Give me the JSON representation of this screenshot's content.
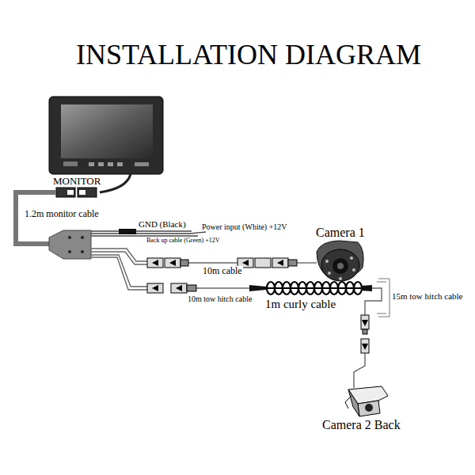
{
  "diagram": {
    "title": "INSTALLATION DIAGRAM",
    "labels": [
      "MONITOR",
      "1.2m monitor cable",
      "GND (Black)",
      "Power input (White) +12V",
      "Back up cable (Green) +12V",
      "Camera 1",
      "10m cable",
      "10m tow hitch cable",
      "1m curly cable",
      "15m tow hitch cable",
      "Camera 2 Back"
    ]
  }
}
